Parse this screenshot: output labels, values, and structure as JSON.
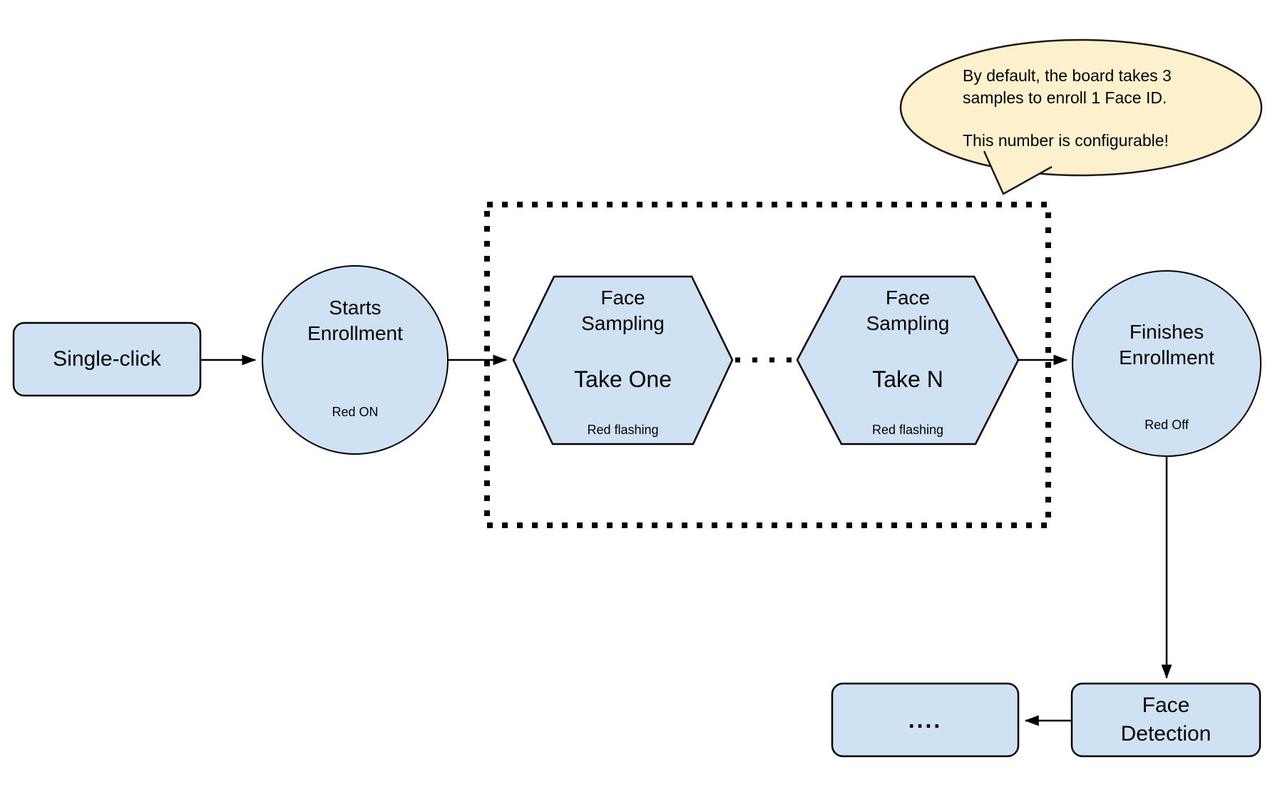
{
  "colors": {
    "shape_fill": "#cfe2f3",
    "shape_stroke": "#000000",
    "bubble_fill": "#fdf1cd",
    "bubble_stroke": "#1a1a1a",
    "background": "#ffffff"
  },
  "nodes": {
    "single_click": {
      "label": "Single-click"
    },
    "starts_enrollment": {
      "line1": "Starts",
      "line2": "Enrollment",
      "status": "Red ON"
    },
    "sample_one": {
      "line1": "Face",
      "line2": "Sampling",
      "line3": "Take One",
      "status": "Red flashing"
    },
    "sample_n": {
      "line1": "Face",
      "line2": "Sampling",
      "line3": "Take N",
      "status": "Red flashing"
    },
    "finishes_enrollment": {
      "line1": "Finishes",
      "line2": "Enrollment",
      "status": "Red Off"
    },
    "face_detection": {
      "line1": "Face",
      "line2": "Detection"
    },
    "continuation": {
      "label": "...."
    }
  },
  "callout": {
    "line1": "By default, the board takes 3",
    "line2": "samples to enroll 1 Face ID.",
    "line3": "This number is configurable!"
  }
}
